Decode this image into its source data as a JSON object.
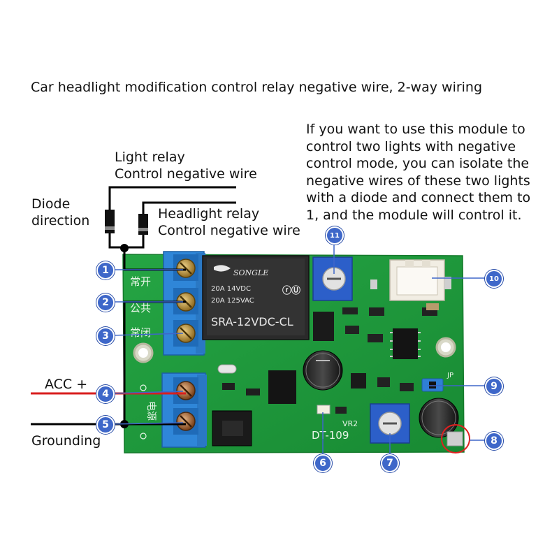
{
  "title": "Car headlight modification control relay negative wire, 2-way wiring",
  "description": [
    "If you want to use this module to",
    "control two lights with negative",
    "control mode, you can isolate the",
    "negative wires of these two lights",
    "with a diode and connect them to",
    "1, and the module will control it."
  ],
  "labels": {
    "light_relay": [
      "Light relay",
      "Control negative wire"
    ],
    "headlight_relay": [
      "Headlight relay",
      "Control negative wire"
    ],
    "diode": [
      "Diode",
      "direction"
    ],
    "acc": "ACC +",
    "grounding": "Grounding"
  },
  "board": {
    "relay_brand": "SONGLE",
    "relay_rating_1": "20A 14VDC",
    "relay_rating_2": "20A 125VAC",
    "relay_model": "SRA-12VDC-CL",
    "terminal_labels": [
      "常开",
      "公共",
      "常闭"
    ],
    "power_label": "电源",
    "board_id": "DT-109",
    "vr_label": "VR2",
    "jumper_label": "JP"
  },
  "callouts": [
    "1",
    "2",
    "3",
    "4",
    "5",
    "6",
    "7",
    "8",
    "9",
    "10",
    "11"
  ],
  "colors": {
    "board_green": "#1f9a3c",
    "terminal_blue": "#2f86d8",
    "callout_blue": "#3e67c9",
    "acc_wire": "#d81e1e",
    "callout_ring": "#e02020"
  }
}
